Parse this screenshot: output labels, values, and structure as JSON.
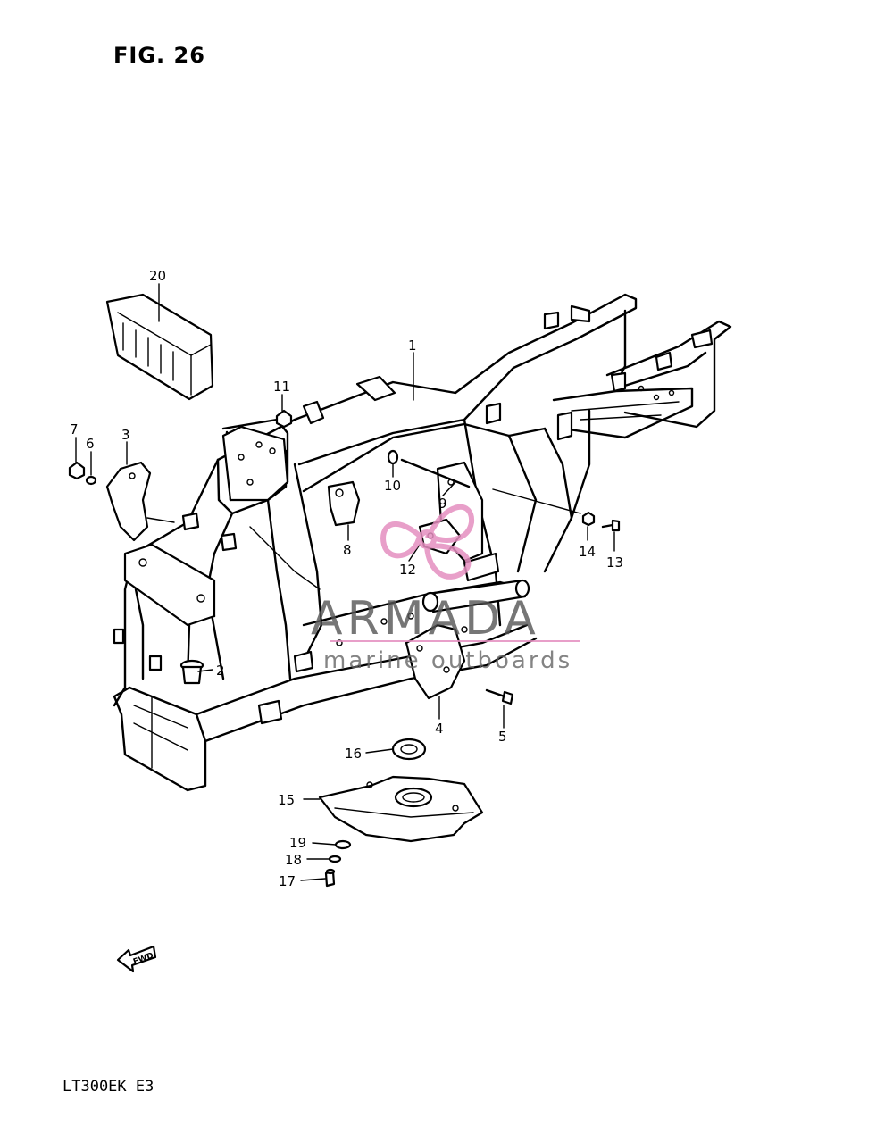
{
  "figure_title": "FIG. 26",
  "model_code": "LT300EK  E3",
  "watermark": {
    "brand": "ARMADA",
    "tagline": "marine outboards",
    "logo_color": "#e58fc0",
    "text_color": "#555555"
  },
  "fwd_label": "FWD",
  "callouts": [
    "1",
    "2",
    "3",
    "4",
    "5",
    "6",
    "7",
    "8",
    "9",
    "10",
    "11",
    "12",
    "13",
    "14",
    "15",
    "16",
    "17",
    "18",
    "19",
    "20"
  ]
}
